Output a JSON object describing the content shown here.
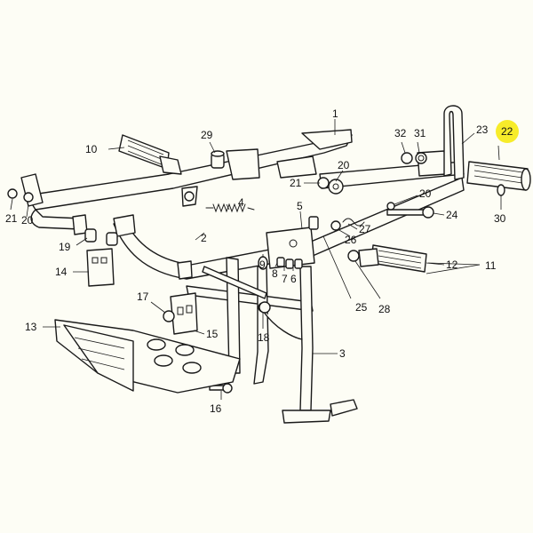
{
  "diagram": {
    "highlight_color": "#f7ec2a",
    "line_color": "#1a1a1a",
    "background": "#fdfdf5",
    "callouts": [
      {
        "id": "c1",
        "label": "1"
      },
      {
        "id": "c2",
        "label": "2"
      },
      {
        "id": "c3",
        "label": "3"
      },
      {
        "id": "c4",
        "label": "4"
      },
      {
        "id": "c5",
        "label": "5"
      },
      {
        "id": "c6",
        "label": "6"
      },
      {
        "id": "c7",
        "label": "7"
      },
      {
        "id": "c8",
        "label": "8"
      },
      {
        "id": "c9",
        "label": "9"
      },
      {
        "id": "c10",
        "label": "10"
      },
      {
        "id": "c11",
        "label": "11"
      },
      {
        "id": "c12",
        "label": "12"
      },
      {
        "id": "c13",
        "label": "13"
      },
      {
        "id": "c14",
        "label": "14"
      },
      {
        "id": "c15",
        "label": "15"
      },
      {
        "id": "c16",
        "label": "16"
      },
      {
        "id": "c17",
        "label": "17"
      },
      {
        "id": "c18",
        "label": "18"
      },
      {
        "id": "c19",
        "label": "19"
      },
      {
        "id": "c20a",
        "label": "20"
      },
      {
        "id": "c20b",
        "label": "20"
      },
      {
        "id": "c20c",
        "label": "20"
      },
      {
        "id": "c21a",
        "label": "21"
      },
      {
        "id": "c21b",
        "label": "21"
      },
      {
        "id": "c22",
        "label": "22",
        "highlighted": true
      },
      {
        "id": "c23",
        "label": "23"
      },
      {
        "id": "c24",
        "label": "24"
      },
      {
        "id": "c25",
        "label": "25"
      },
      {
        "id": "c26",
        "label": "26"
      },
      {
        "id": "c27",
        "label": "27"
      },
      {
        "id": "c28",
        "label": "28"
      },
      {
        "id": "c29",
        "label": "29"
      },
      {
        "id": "c30",
        "label": "30"
      },
      {
        "id": "c31",
        "label": "31"
      },
      {
        "id": "c32",
        "label": "32"
      }
    ]
  }
}
